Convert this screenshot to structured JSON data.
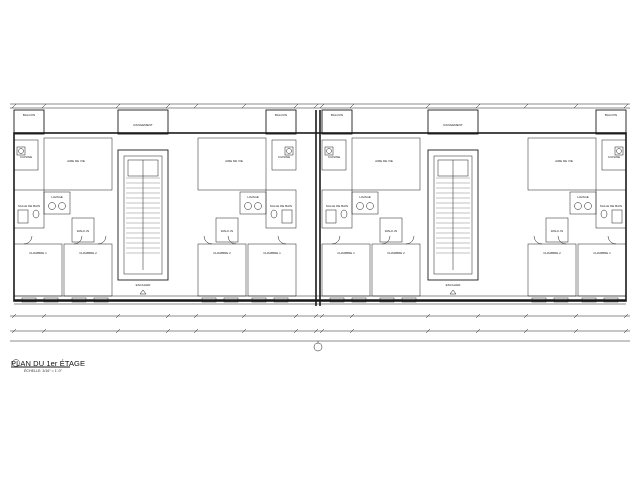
{
  "plan": {
    "title": "PLAN DU 1er ÉTAGE",
    "scale": "ÉCHELLE: 3/16\" = 1'-0\""
  },
  "rooms": {
    "balcon": "BALCON",
    "rangement": "RANGEMENT",
    "cuisine": "CUISINE",
    "aire_de_vie": "AIRE DE VIE",
    "salle_de_bain": "SALLE DE BAIN",
    "lavage": "LAVAGE",
    "chambre_1": "CHAMBRE 1",
    "chambre_2": "CHAMBRE 2",
    "escalier": "ESCALIER",
    "walkin": "WALK-IN"
  },
  "colors": {
    "line": "#1a1a1a",
    "paper": "#ffffff"
  }
}
